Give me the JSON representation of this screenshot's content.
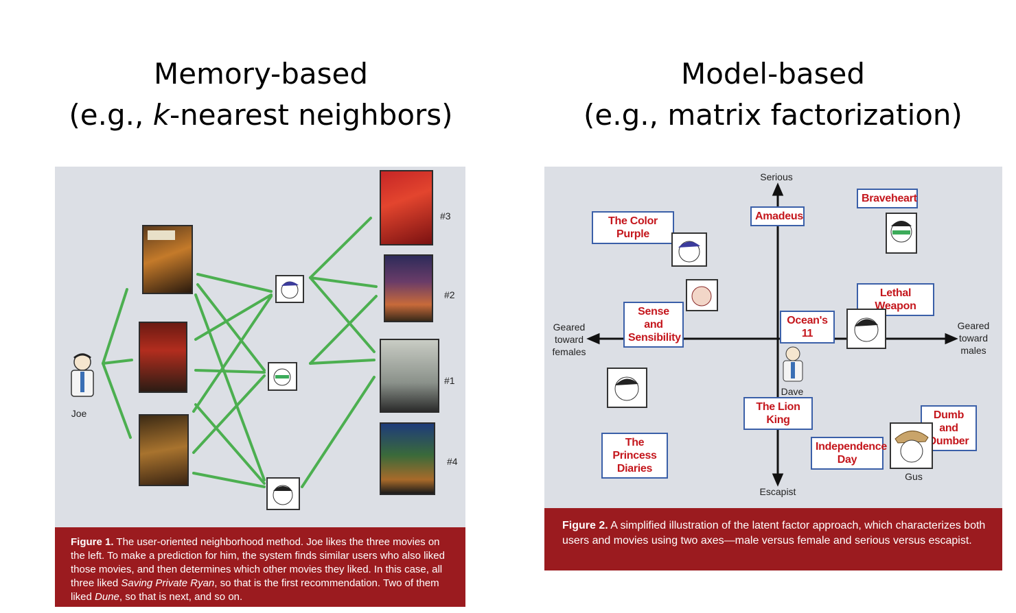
{
  "left": {
    "title_line1": "Memory-based",
    "title_line2_prefix": "(e.g., ",
    "title_line2_italic": "k",
    "title_line2_suffix": "-nearest neighbors)",
    "user_label": "Joe",
    "ranks": [
      "#3",
      "#2",
      "#1",
      "#4"
    ],
    "caption": {
      "fig": "Figure 1.",
      "text_a": " The user-oriented neighborhood method. Joe likes the three movies on the left. To make a prediction for him, the system finds similar users who also liked those movies, and then determines which other movies they liked. In this case, all three liked ",
      "italic_a": "Saving Private Ryan",
      "text_b": ", so that is the first recommendation. Two of them liked ",
      "italic_b": "Dune",
      "text_c": ", so that is next, and so on."
    }
  },
  "right": {
    "title_line1": "Model-based",
    "title_line2": "(e.g., matrix factorization)",
    "axes": {
      "top": "Serious",
      "bottom": "Escapist",
      "left": "Geared toward females",
      "right": "Geared toward males"
    },
    "users": [
      "Dave",
      "Gus"
    ],
    "movies": {
      "color_purple": "The Color Purple",
      "amadeus": "Amadeus",
      "braveheart": "Braveheart",
      "sense": "Sense and Sensibility",
      "lethal": "Lethal Weapon",
      "oceans": "Ocean's 11",
      "lion": "The Lion King",
      "princess": "The Princess Diaries",
      "independence": "Independence Day",
      "dumb": "Dumb and Dumber"
    },
    "caption": {
      "fig": "Figure 2.",
      "text": " A simplified illustration of the latent factor approach, which characterizes both users and movies using two axes—male versus female and serious versus escapist."
    }
  },
  "colors": {
    "panel": "#dcdfe5",
    "caption": "#9b1b1f",
    "edge": "#4caf50",
    "movie_text": "#c4161c",
    "movie_border": "#3a5fa8"
  }
}
